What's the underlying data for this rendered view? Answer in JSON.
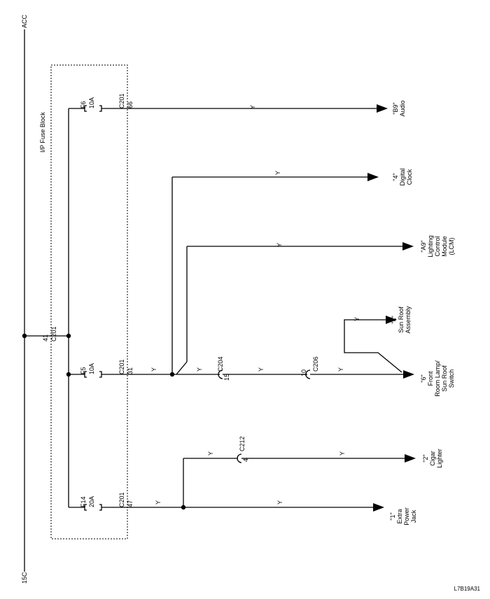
{
  "supply": {
    "left": "15C",
    "right": "ACC"
  },
  "fuse_block": {
    "title": "I/P Fuse Block",
    "splice_pin": "41",
    "splice_conn": "C201"
  },
  "fuses": [
    {
      "name": "F14",
      "rating": "20A",
      "conn": "C201",
      "pin": "47"
    },
    {
      "name": "F5",
      "rating": "10A",
      "conn": "C201",
      "pin": "31"
    },
    {
      "name": "F6",
      "rating": "10A",
      "conn": "C201",
      "pin": "66"
    }
  ],
  "connectors": [
    {
      "name": "C212",
      "pin": "4"
    },
    {
      "name": "C204",
      "pin": "15"
    },
    {
      "name": "C206",
      "pin": "10"
    }
  ],
  "wire_color": "Y",
  "loads": [
    {
      "ref": "\"1\"",
      "lines": [
        "Extra",
        "Power",
        "Jack"
      ]
    },
    {
      "ref": "\"2\"",
      "lines": [
        "Cigar",
        "Lighter"
      ]
    },
    {
      "ref": "\"6\"",
      "lines": [
        "Front",
        "Room Lamp/",
        "Sun Roof",
        "Switch"
      ]
    },
    {
      "ref": "\"4\"",
      "lines": [
        "Sun Roof",
        "Assembly"
      ]
    },
    {
      "ref": "\"A9\"",
      "lines": [
        "Lighting",
        "Control",
        "Module",
        "(LCM)"
      ]
    },
    {
      "ref": "\"4\"",
      "lines": [
        "Digital",
        "Clock"
      ]
    },
    {
      "ref": "\"B9\"",
      "lines": [
        "Audio"
      ]
    }
  ],
  "image_code": "L7B19A31"
}
